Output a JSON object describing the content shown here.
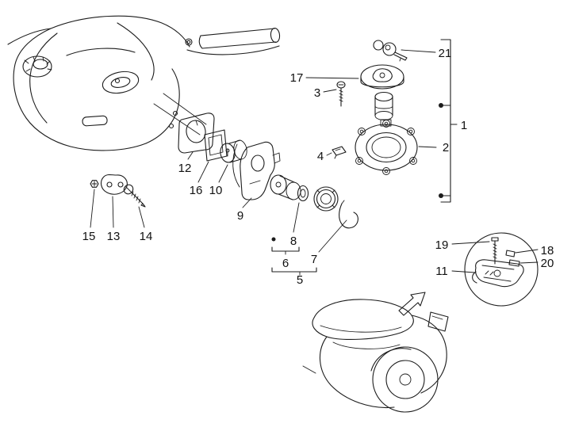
{
  "figure": {
    "kind": "exploded-parts-diagram",
    "subject": "scooter-locks-kit",
    "background_color": "#ffffff",
    "line_color": "#1c1c1c",
    "label_color": "#111111"
  },
  "callouts": {
    "c1": "1",
    "c2": "2",
    "c3": "3",
    "c4": "4",
    "c5": "5",
    "c6": "6",
    "c7": "7",
    "c8": "8",
    "c9": "9",
    "c10": "10",
    "c11": "11",
    "c12": "12",
    "c13": "13",
    "c14": "14",
    "c15": "15",
    "c16": "16",
    "c17": "17",
    "c18": "18",
    "c19": "19",
    "c20": "20",
    "c21": "21"
  }
}
